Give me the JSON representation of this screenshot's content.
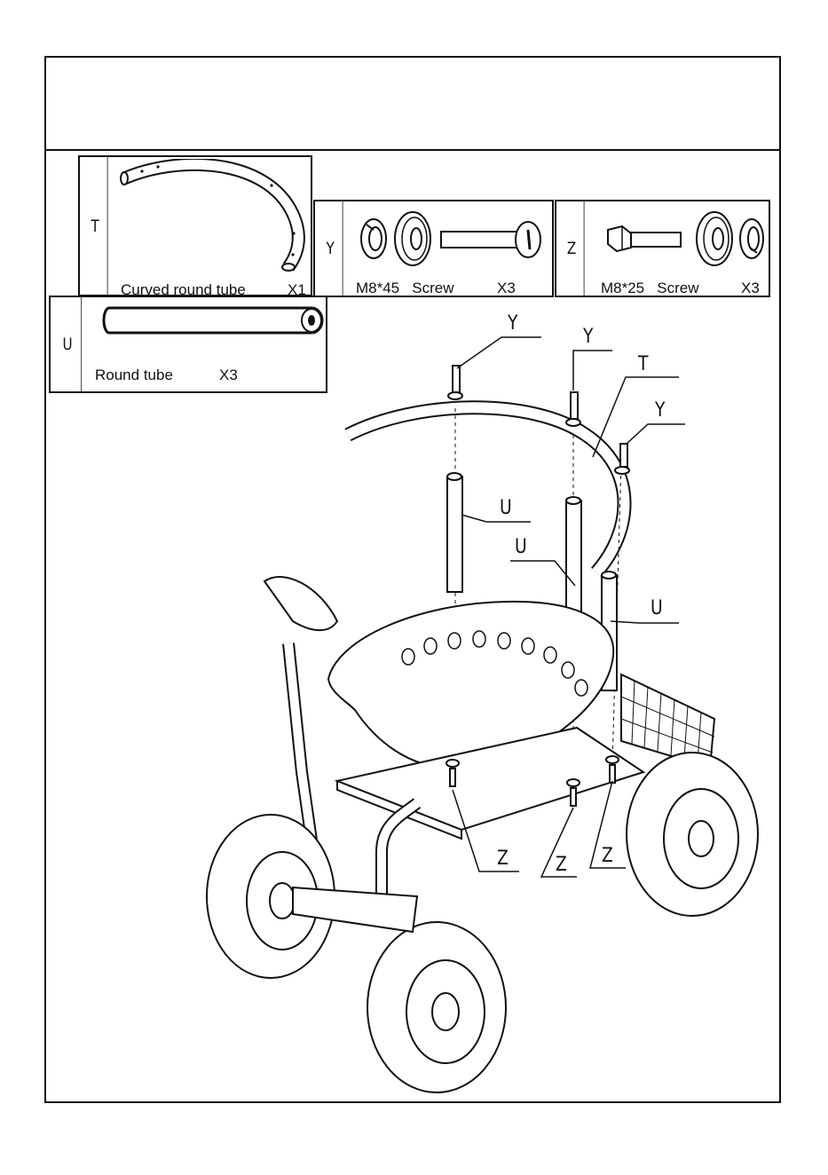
{
  "parts": {
    "T": {
      "code": "T",
      "name": "Curved round tube",
      "qty": "X1"
    },
    "Y": {
      "code": "Y",
      "name": "M8*45   Screw",
      "qty": "X3"
    },
    "Z": {
      "code": "Z",
      "name": "M8*25   Screw",
      "qty": "X3"
    },
    "U": {
      "code": "U",
      "name": "Round tube",
      "qty": "X3"
    }
  },
  "callouts": {
    "y1": "Y",
    "y2": "Y",
    "y3": "Y",
    "t": "T",
    "u1": "U",
    "u2": "U",
    "u3": "U",
    "z1": "Z",
    "z2": "Z",
    "z3": "Z"
  }
}
